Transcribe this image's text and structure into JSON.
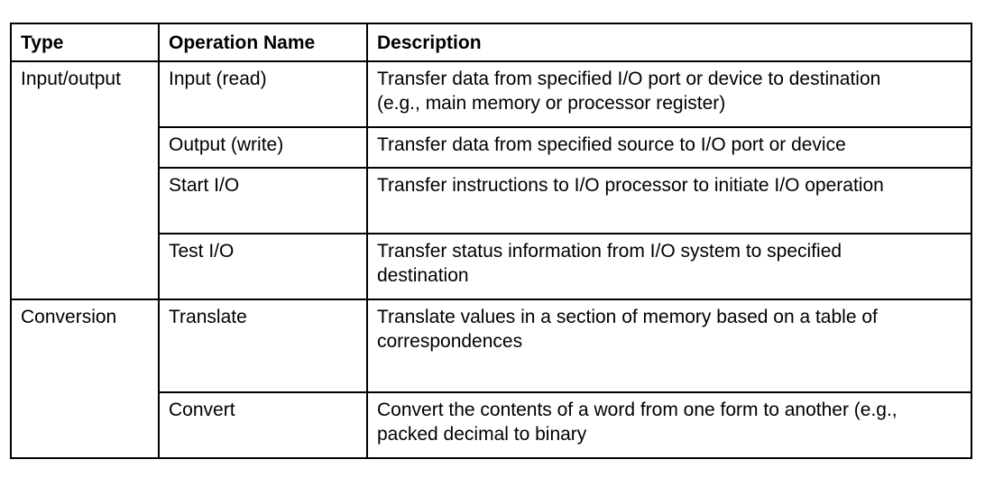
{
  "table": {
    "headers": {
      "type": "Type",
      "operation": "Operation Name",
      "description": "Description"
    },
    "groups": [
      {
        "type": "Input/output",
        "rows": [
          {
            "operation": "Input (read)",
            "description": [
              "Transfer data from specified I/O port or device to destination",
              "(e.g., main memory or processor register)"
            ]
          },
          {
            "operation": "Output (write)",
            "description": [
              "Transfer data from specified source to I/O port or device"
            ]
          },
          {
            "operation": "Start I/O",
            "description": [
              "Transfer instructions to I/O processor to initiate I/O operation"
            ]
          },
          {
            "operation": "Test I/O",
            "description": [
              "Transfer status information from I/O system to specified",
              "destination"
            ]
          }
        ]
      },
      {
        "type": "Conversion",
        "rows": [
          {
            "operation": "Translate",
            "description": [
              "Translate values in a section of memory based on a table of",
              "correspondences"
            ]
          },
          {
            "operation": "Convert",
            "description": [
              "Convert the contents of a word from one form to another (e.g.,",
              "packed decimal to binary"
            ]
          }
        ]
      }
    ]
  }
}
